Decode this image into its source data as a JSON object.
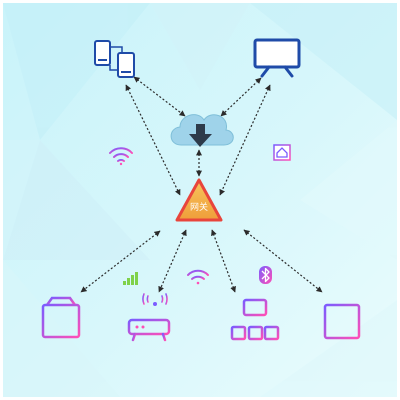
{
  "diagram": {
    "gateway_label": "网关",
    "colors": {
      "background_top": "#cdf6fb",
      "background_bottom": "#e6fbfc",
      "gateway_fill": "#f2b04a",
      "gateway_stroke": "#e8453c",
      "cloud": "#9fd3ea",
      "arrow": "#2b2b2b",
      "device_purple_start": "#7b5cff",
      "device_purple_end": "#ff4fb6",
      "phone": "#1f4ba8",
      "tv": "#1f4ba8"
    },
    "nodes": [
      {
        "id": "phones",
        "icon": "phones-icon"
      },
      {
        "id": "tv",
        "icon": "monitor-tv-icon"
      },
      {
        "id": "cloud",
        "icon": "cloud-download-icon"
      },
      {
        "id": "gateway",
        "icon": "gateway-warning-triangle-icon"
      },
      {
        "id": "storage",
        "icon": "storage-server-icon"
      },
      {
        "id": "router",
        "icon": "wifi-router-icon"
      },
      {
        "id": "hub",
        "icon": "network-hub-icon"
      },
      {
        "id": "panel",
        "icon": "control-panel-icon"
      }
    ],
    "badges": [
      "wifi-icon",
      "home-icon",
      "signal-bars-icon",
      "wifi-icon",
      "bluetooth-icon"
    ],
    "links": [
      [
        "phones",
        "cloud"
      ],
      [
        "tv",
        "cloud"
      ],
      [
        "phones",
        "gateway"
      ],
      [
        "tv",
        "gateway"
      ],
      [
        "cloud",
        "gateway"
      ],
      [
        "gateway",
        "storage"
      ],
      [
        "gateway",
        "router"
      ],
      [
        "gateway",
        "hub"
      ],
      [
        "gateway",
        "panel"
      ]
    ]
  }
}
